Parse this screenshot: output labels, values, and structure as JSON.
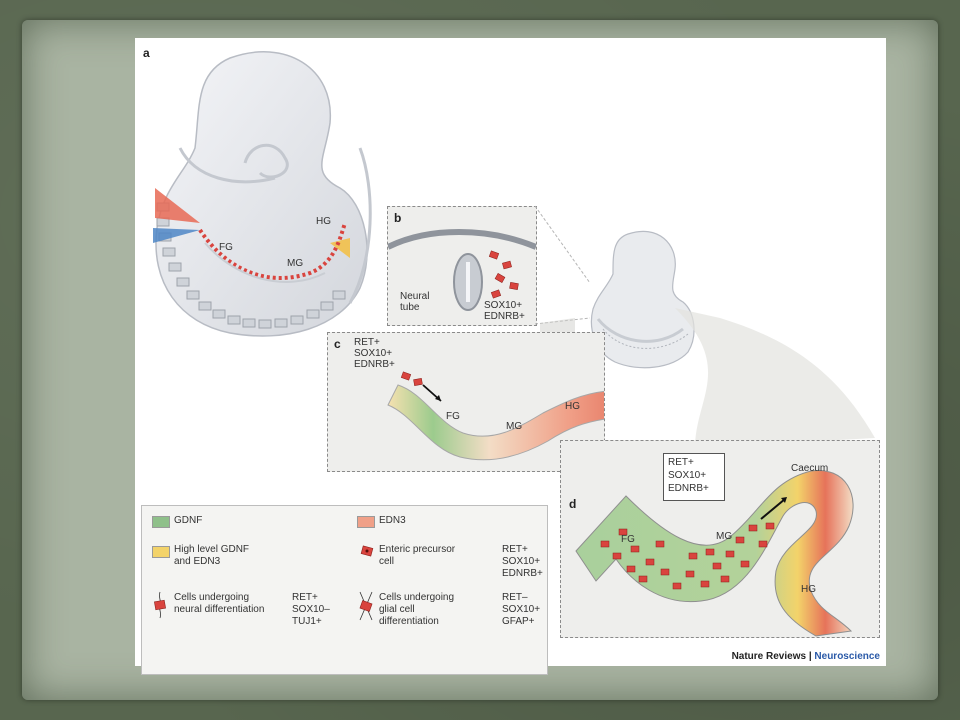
{
  "panel_a": {
    "letter": "a",
    "labels": {
      "hg": "HG",
      "fg": "FG",
      "mg": "MG"
    }
  },
  "panel_b": {
    "letter": "b",
    "neural_tube_line1": "Neural",
    "neural_tube_line2": "tube",
    "marker1": "SOX10+",
    "marker2": "EDNRB+"
  },
  "panel_c": {
    "letter": "c",
    "marker1": "RET+",
    "marker2": "SOX10+",
    "marker3": "EDNRB+",
    "fg": "FG",
    "mg": "MG",
    "hg": "HG"
  },
  "panel_d": {
    "letter": "d",
    "callout1": "RET+",
    "callout2": "SOX10+",
    "callout3": "EDNRB+",
    "caecum": "Caecum",
    "fg": "FG",
    "mg": "MG",
    "hg": "HG"
  },
  "legend": {
    "gdnf": "GDNF",
    "edn3": "EDN3",
    "high_line1": "High level GDNF",
    "high_line2": "and EDN3",
    "precursor_line1": "Enteric precursor",
    "precursor_line2": "cell",
    "precursor_m1": "RET+",
    "precursor_m2": "SOX10+",
    "precursor_m3": "EDNRB+",
    "neural_line1": "Cells undergoing",
    "neural_line2": "neural differentiation",
    "neural_m1": "RET+",
    "neural_m2": "SOX10–",
    "neural_m3": "TUJ1+",
    "glial_line1": "Cells undergoing",
    "glial_line2": "glial cell",
    "glial_line3": "differentiation",
    "glial_m1": "RET–",
    "glial_m2": "SOX10+",
    "glial_m3": "GFAP+"
  },
  "credit": {
    "journal": "Nature Reviews | ",
    "section": "Neuroscience"
  },
  "colors": {
    "gdnf": "#8fc08a",
    "edn3": "#f0a088",
    "high": "#f3d36a",
    "cell": "#d9443e",
    "embryo": "#e6e8ec"
  }
}
